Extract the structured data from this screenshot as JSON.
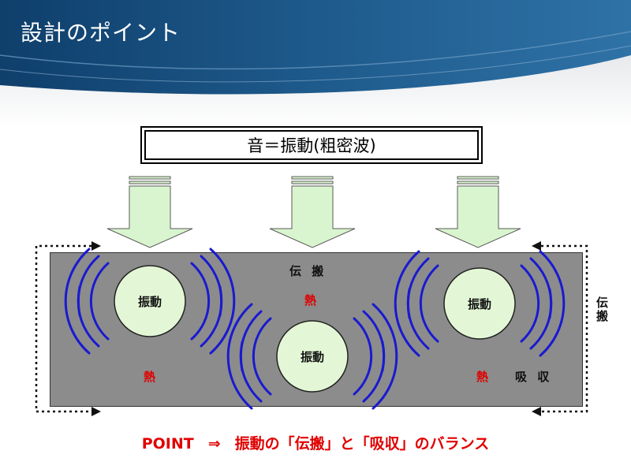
{
  "title": "設計のポイント",
  "banner": "音＝振動(粗密波)",
  "labels": {
    "propagation_top": "伝 搬",
    "propagation_side": "伝搬",
    "heat": "熱",
    "absorption": "吸 収",
    "vibration": "振動"
  },
  "point": {
    "keyword": "POINT",
    "arrow": "⇒",
    "text": "振動の「伝搬」と「吸収」のバランス"
  },
  "colors": {
    "header": "#1e5a8c",
    "arrow_fill": "#d9f5cf",
    "circle_fill": "#e3f7d6",
    "wave": "#1a1ad0",
    "box": "#8c8c8c",
    "accent_red": "#e00000"
  }
}
